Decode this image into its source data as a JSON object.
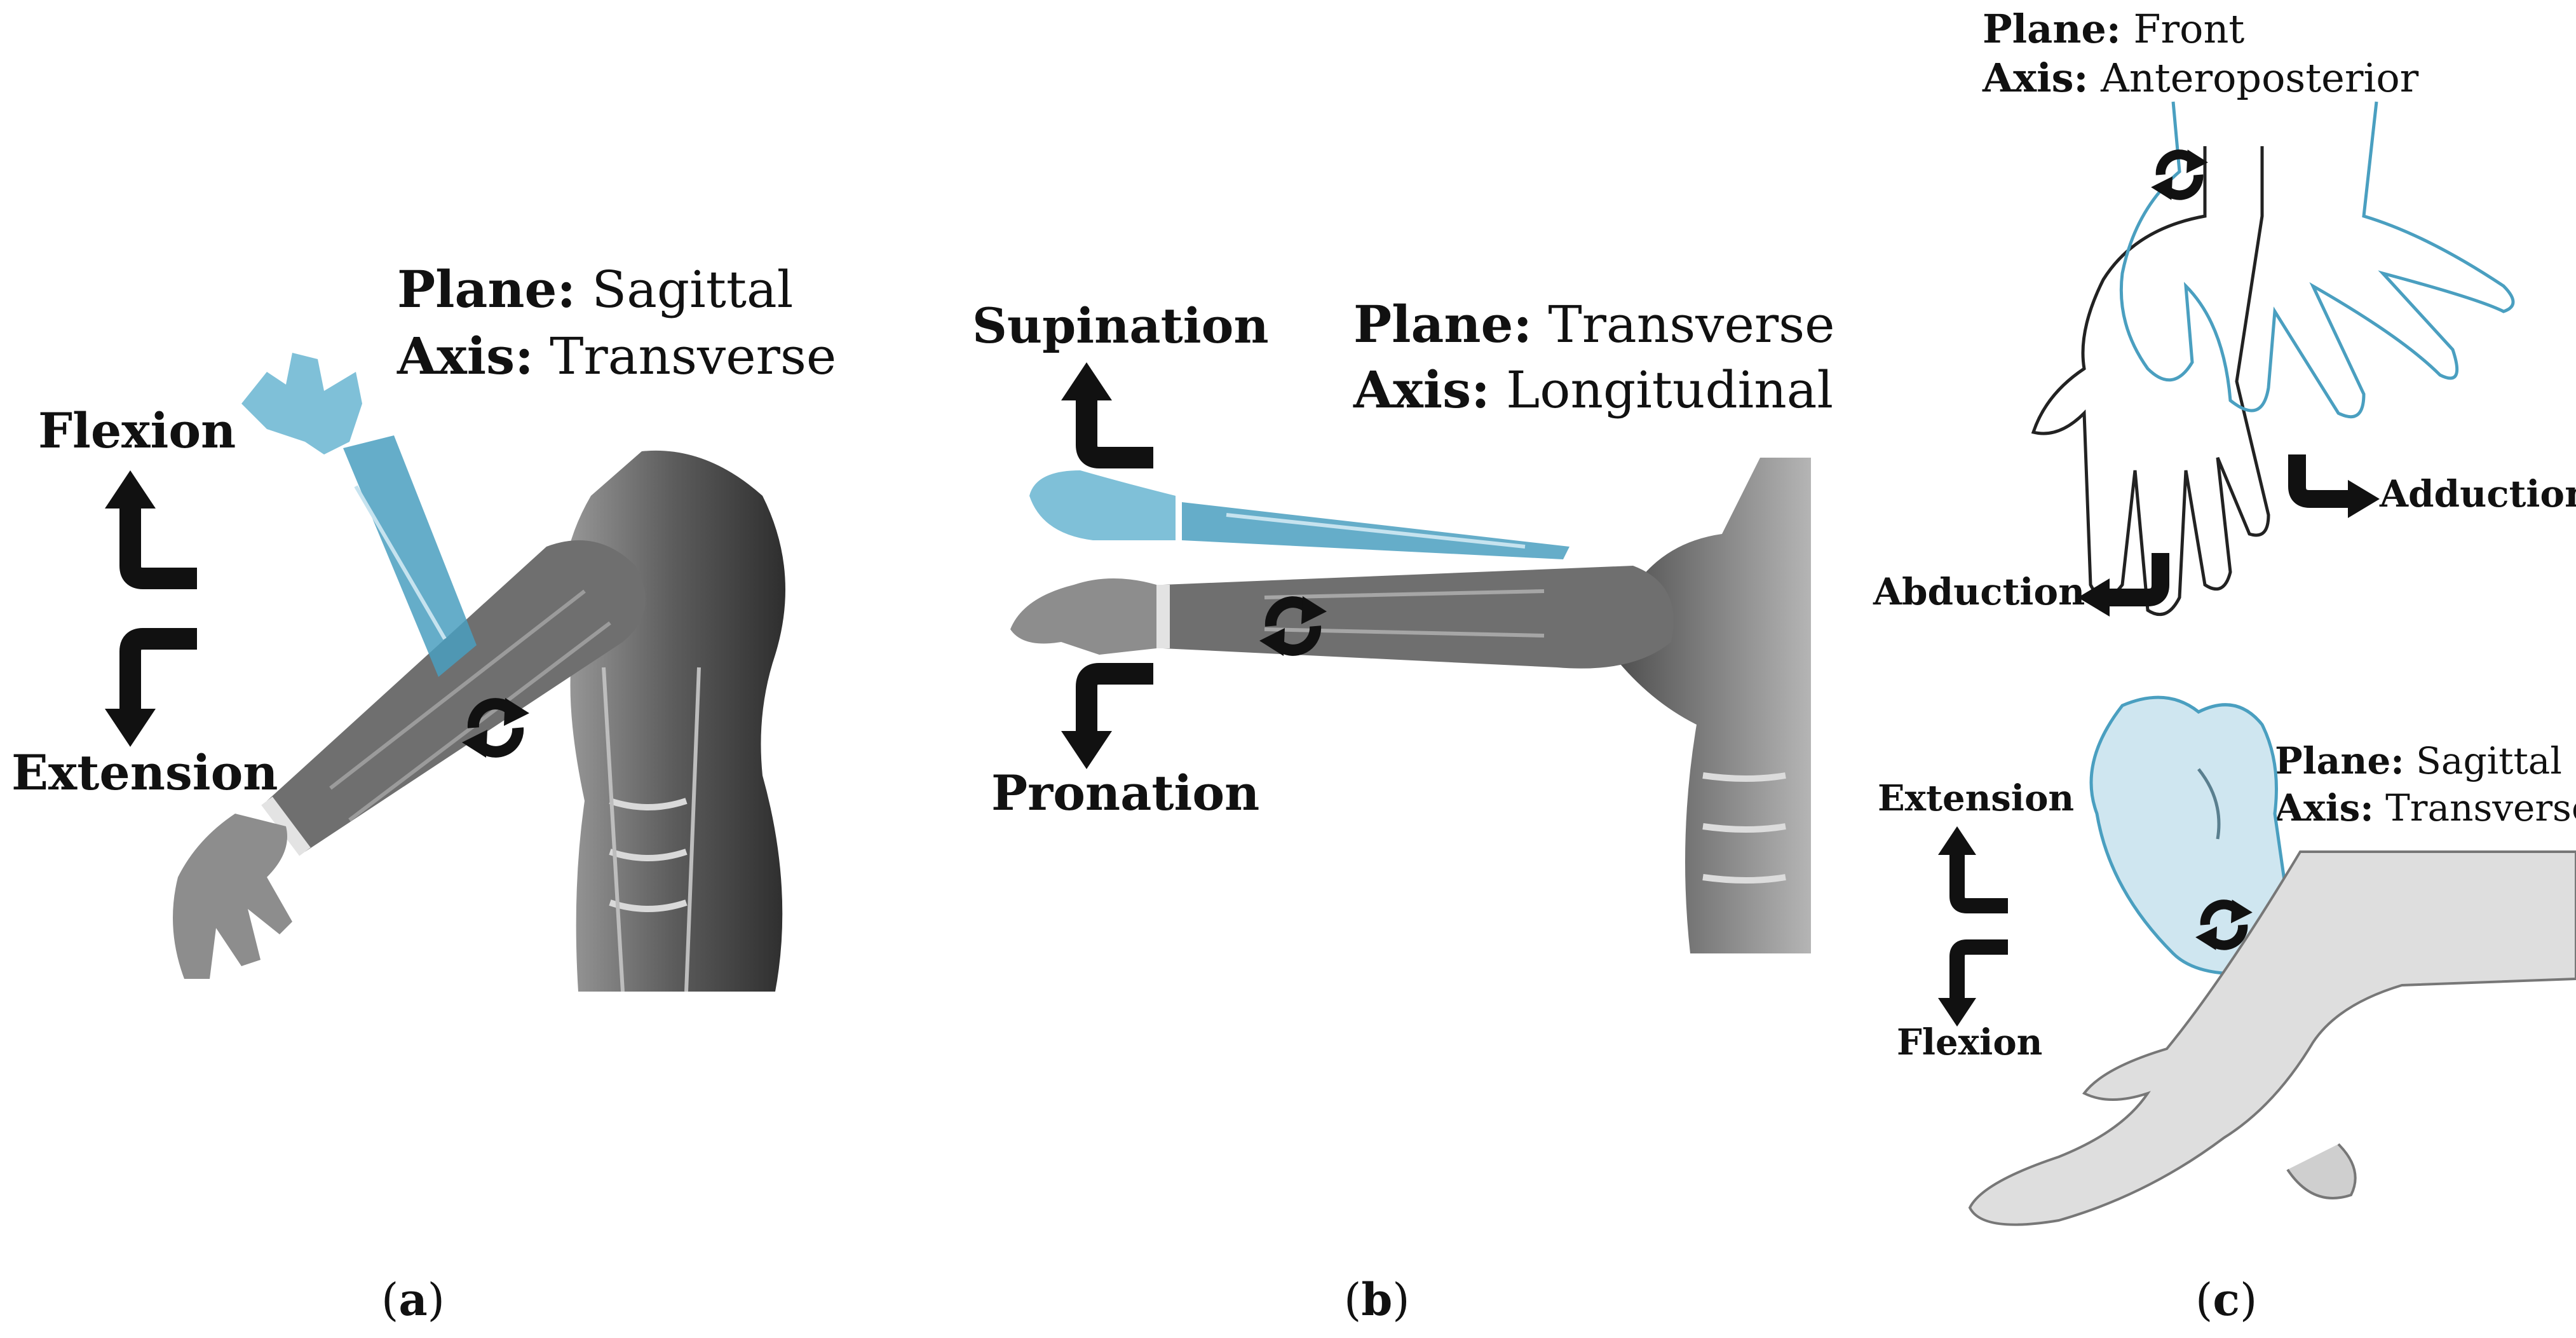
{
  "panels": {
    "a": {
      "caption": "a",
      "plane_label": "Plane:",
      "plane_value": "Sagittal",
      "axis_label": "Axis:",
      "axis_value": "Transverse",
      "move_top": "Flexion",
      "move_bottom": "Extension"
    },
    "b": {
      "caption": "b",
      "plane_label": "Plane:",
      "plane_value": "Transverse",
      "axis_label": "Axis:",
      "axis_value": "Longitudinal",
      "move_top": "Supination",
      "move_bottom": "Pronation"
    },
    "c_top": {
      "plane_label": "Plane:",
      "plane_value": "Front",
      "axis_label": "Axis:",
      "axis_value": "Anteroposterior",
      "move_left": "Abduction",
      "move_right": "Adduction"
    },
    "c_bottom": {
      "plane_label": "Plane:",
      "plane_value": "Sagittal",
      "axis_label": "Axis:",
      "axis_value": "Transverse",
      "move_top": "Extension",
      "move_bottom": "Flexion"
    },
    "c": {
      "caption": "c"
    }
  },
  "colors": {
    "highlight": "#4a9fc0",
    "muscle_gray": "#6f6f6f",
    "arrow": "#111111"
  },
  "icons": [
    "rotation-icon",
    "arrow-up-icon",
    "arrow-down-icon",
    "arrow-left-icon",
    "arrow-right-icon"
  ]
}
